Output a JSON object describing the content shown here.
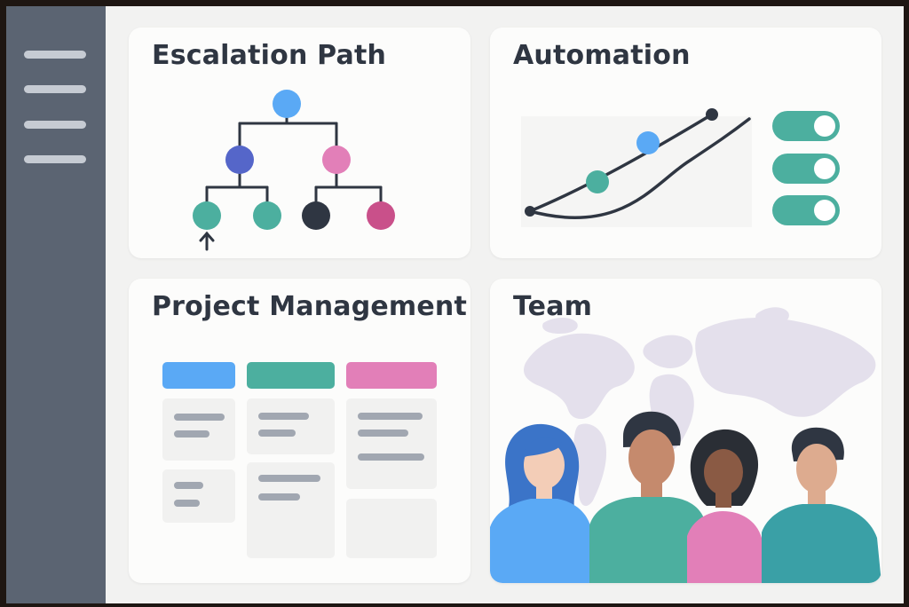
{
  "sidebar": {
    "menu_icon": "hamburger-menu-icon"
  },
  "cards": {
    "escalation": {
      "title": "Escalation Path",
      "icon": "org-tree-icon"
    },
    "automation": {
      "title": "Automation",
      "toggles": [
        {
          "state": "on"
        },
        {
          "state": "on"
        },
        {
          "state": "on"
        }
      ]
    },
    "project": {
      "title": "Project Management",
      "columns": [
        {
          "color": "#5aa9f5"
        },
        {
          "color": "#4caf9f"
        },
        {
          "color": "#e27fb8"
        }
      ]
    },
    "team": {
      "title": "Team",
      "illustration": "world-map-people-illustration"
    }
  },
  "colors": {
    "sidebar": "#5b6472",
    "blue": "#5aa9f5",
    "teal": "#4caf9f",
    "pink": "#e27fb8",
    "indigo": "#5566c9",
    "magenta": "#c9508a",
    "dark": "#2f3642"
  }
}
